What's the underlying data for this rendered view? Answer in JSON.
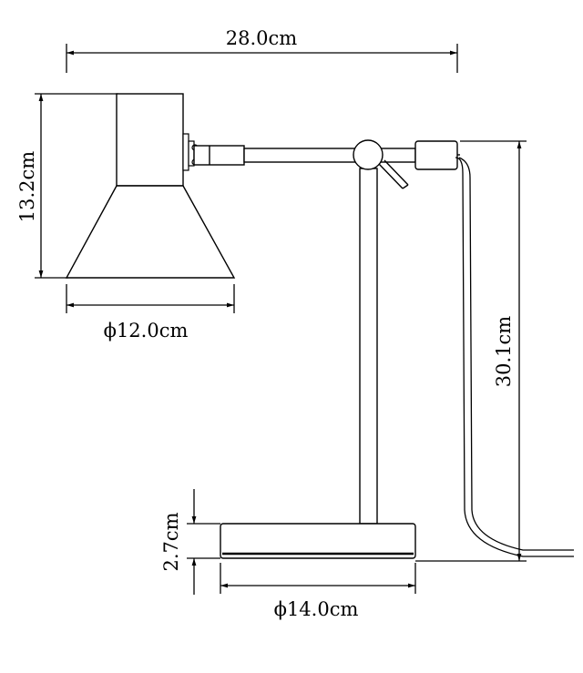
{
  "dimensions": {
    "total_width": "28.0cm",
    "shade_height": "13.2cm",
    "shade_diameter": "ϕ12.0cm",
    "total_height": "30.1cm",
    "base_height": "2.7cm",
    "base_diameter": "ϕ14.0cm"
  },
  "colors": {
    "line": "#000000",
    "background": "#ffffff"
  }
}
